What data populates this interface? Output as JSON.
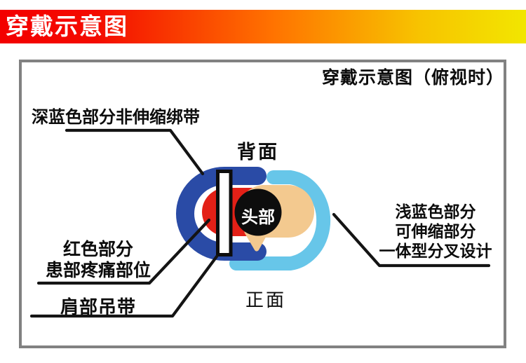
{
  "banner": {
    "title": "穿戴示意图",
    "gradient_left": "#f30000",
    "gradient_mid": "#ff7300",
    "gradient_right": "#f2e600"
  },
  "frame": {
    "title": "穿戴示意图（俯视时）",
    "border_color": "#818181"
  },
  "labels": {
    "dark_blue_note": "深蓝色部分非伸缩绑带",
    "back": "背面",
    "front": "正面",
    "head": "头部",
    "red_note_line1": "红色部分",
    "red_note_line2": "患部疼痛部位",
    "shoulder_note": "肩部吊带",
    "light_blue_note_line1": "浅蓝色部分",
    "light_blue_note_line2": "可伸缩部分",
    "light_blue_note_line3": "一体型分叉设计"
  },
  "colors": {
    "dark_blue": "#2a4ba6",
    "light_blue": "#67c6e9",
    "red": "#e32017",
    "tan": "#f3c98f",
    "head_black": "#0d0d0d",
    "line_black": "#141414"
  }
}
